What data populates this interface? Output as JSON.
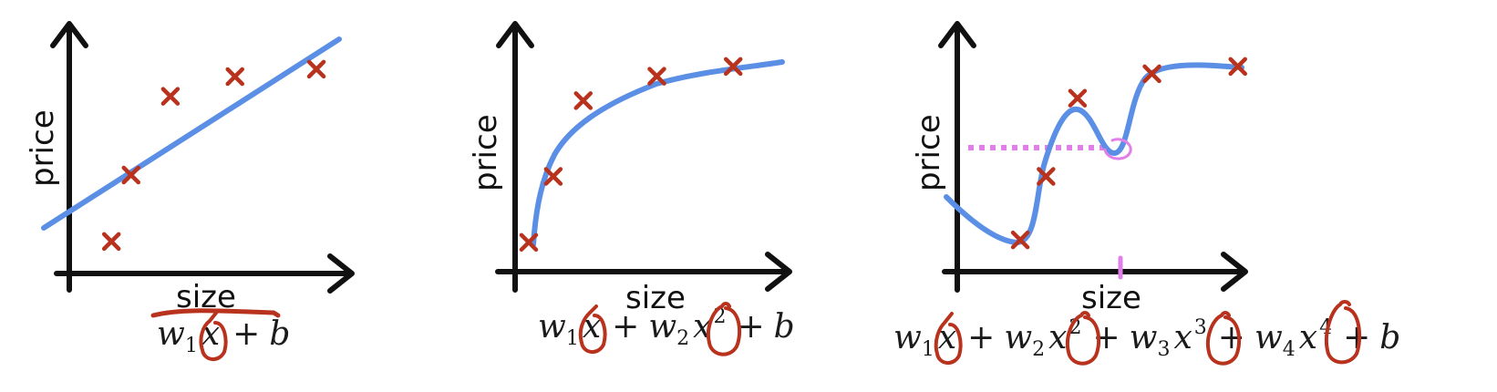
{
  "colors": {
    "axis": "#111111",
    "curve": "#5b8fe6",
    "marker": "#b8321e",
    "annotation_red": "#b8321e",
    "annotation_pink": "#e07fe8"
  },
  "panels": [
    {
      "id": "linear",
      "ylabel": "price",
      "xlabel": "size",
      "formula": {
        "t1": "w",
        "s1": "1",
        "x1": "x",
        "p1": "+",
        "b": "b"
      },
      "points": [
        [
          0.15,
          0.13
        ],
        [
          0.22,
          0.4
        ],
        [
          0.36,
          0.72
        ],
        [
          0.59,
          0.8
        ],
        [
          0.88,
          0.83
        ]
      ]
    },
    {
      "id": "quadratic",
      "ylabel": "price",
      "xlabel": "size",
      "formula": {
        "t1": "w",
        "s1": "1",
        "x1": "x",
        "p1": "+",
        "t2": "w",
        "s2": "2",
        "x2": "x",
        "e2": "2",
        "p2": "+",
        "b": "b"
      },
      "points": [
        [
          0.05,
          0.12
        ],
        [
          0.14,
          0.39
        ],
        [
          0.25,
          0.7
        ],
        [
          0.52,
          0.8
        ],
        [
          0.8,
          0.84
        ]
      ]
    },
    {
      "id": "quartic",
      "ylabel": "price",
      "xlabel": "size",
      "formula": {
        "t1": "w",
        "s1": "1",
        "x1": "x",
        "p1": "+",
        "t2": "w",
        "s2": "2",
        "x2": "x",
        "e2": "2",
        "p2": "+",
        "t3": "w",
        "s3": "3",
        "x3": "x",
        "e3": "3",
        "p3": "+",
        "t4": "w",
        "s4": "4",
        "x4": "x",
        "e4": "4",
        "p4": "+",
        "b": "b"
      },
      "points": [
        [
          0.22,
          0.13
        ],
        [
          0.31,
          0.39
        ],
        [
          0.42,
          0.71
        ],
        [
          0.68,
          0.81
        ],
        [
          0.98,
          0.84
        ]
      ]
    }
  ]
}
